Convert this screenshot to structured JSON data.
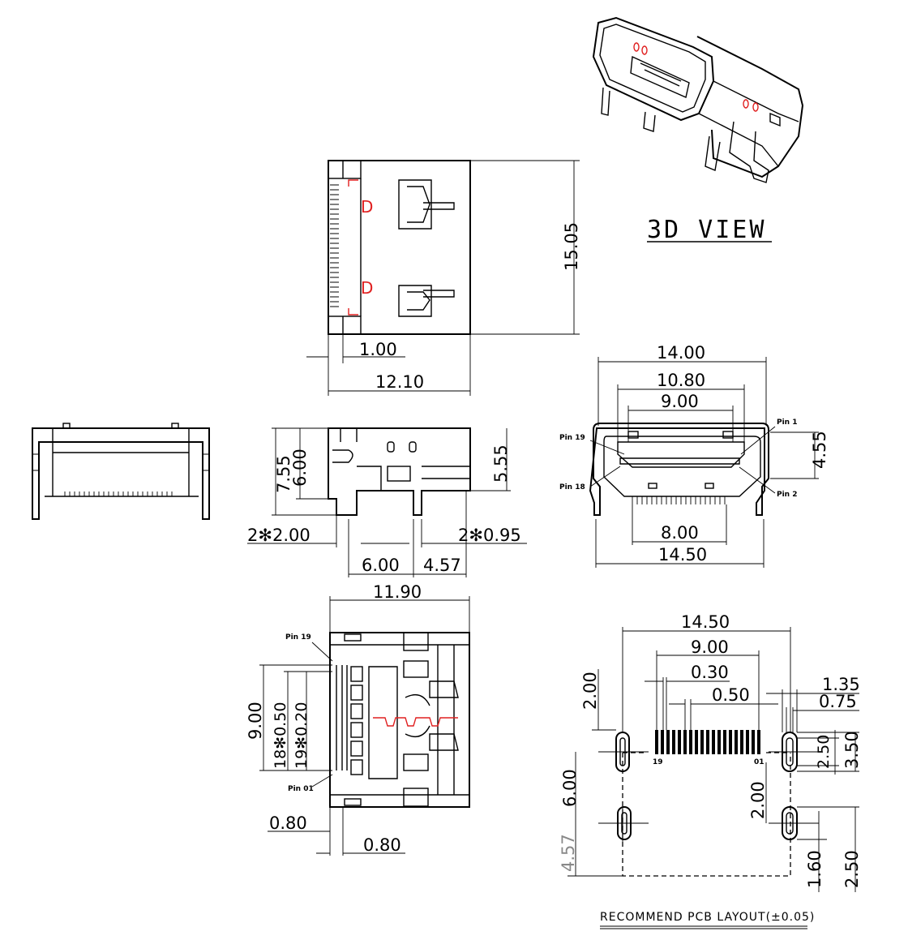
{
  "labels": {
    "view_3d": "3D VIEW",
    "pcb_caption": "RECOMMEND PCB LAYOUT(±0.05)",
    "red_mark": "D"
  },
  "pins": {
    "front_pin1": "Pin 1",
    "front_pin2": "Pin 2",
    "front_pin18": "Pin 18",
    "front_pin19": "Pin 19",
    "bottom_pin19": "Pin 19",
    "bottom_pin01": "Pin 01",
    "pcb_19": "19",
    "pcb_01": "01"
  },
  "dims": {
    "top": {
      "height": "15.05",
      "offset": "1.00",
      "width": "12.10"
    },
    "side": {
      "h_total": "7.55",
      "h_inner": "6.00",
      "h_right": "5.55",
      "left_w": "2✻2.00",
      "right_w": "2✻0.95",
      "span_a": "6.00",
      "span_b": "4.57"
    },
    "front": {
      "outer": "14.00",
      "mid": "10.80",
      "inner": "9.00",
      "height": "4.55",
      "base_inner": "8.00",
      "base_outer": "14.50"
    },
    "bottom": {
      "width": "11.90",
      "pin_span": "9.00",
      "pitch": "18✻0.50",
      "pin_w": "19✻0.20",
      "left_a": "0.80",
      "left_b": "0.80"
    },
    "pcb": {
      "overall": "14.50",
      "pad_span": "9.00",
      "pad_w": "0.30",
      "pitch": "0.50",
      "slot_w": "1.35",
      "slot_inner": "0.75",
      "vert_a": "2.00",
      "slot_h": "2.50",
      "slot_h_outer": "3.50",
      "gap": "6.00",
      "drop": "4.57",
      "mid": "2.00",
      "lower_a": "1.60",
      "lower_b": "2.50"
    }
  }
}
